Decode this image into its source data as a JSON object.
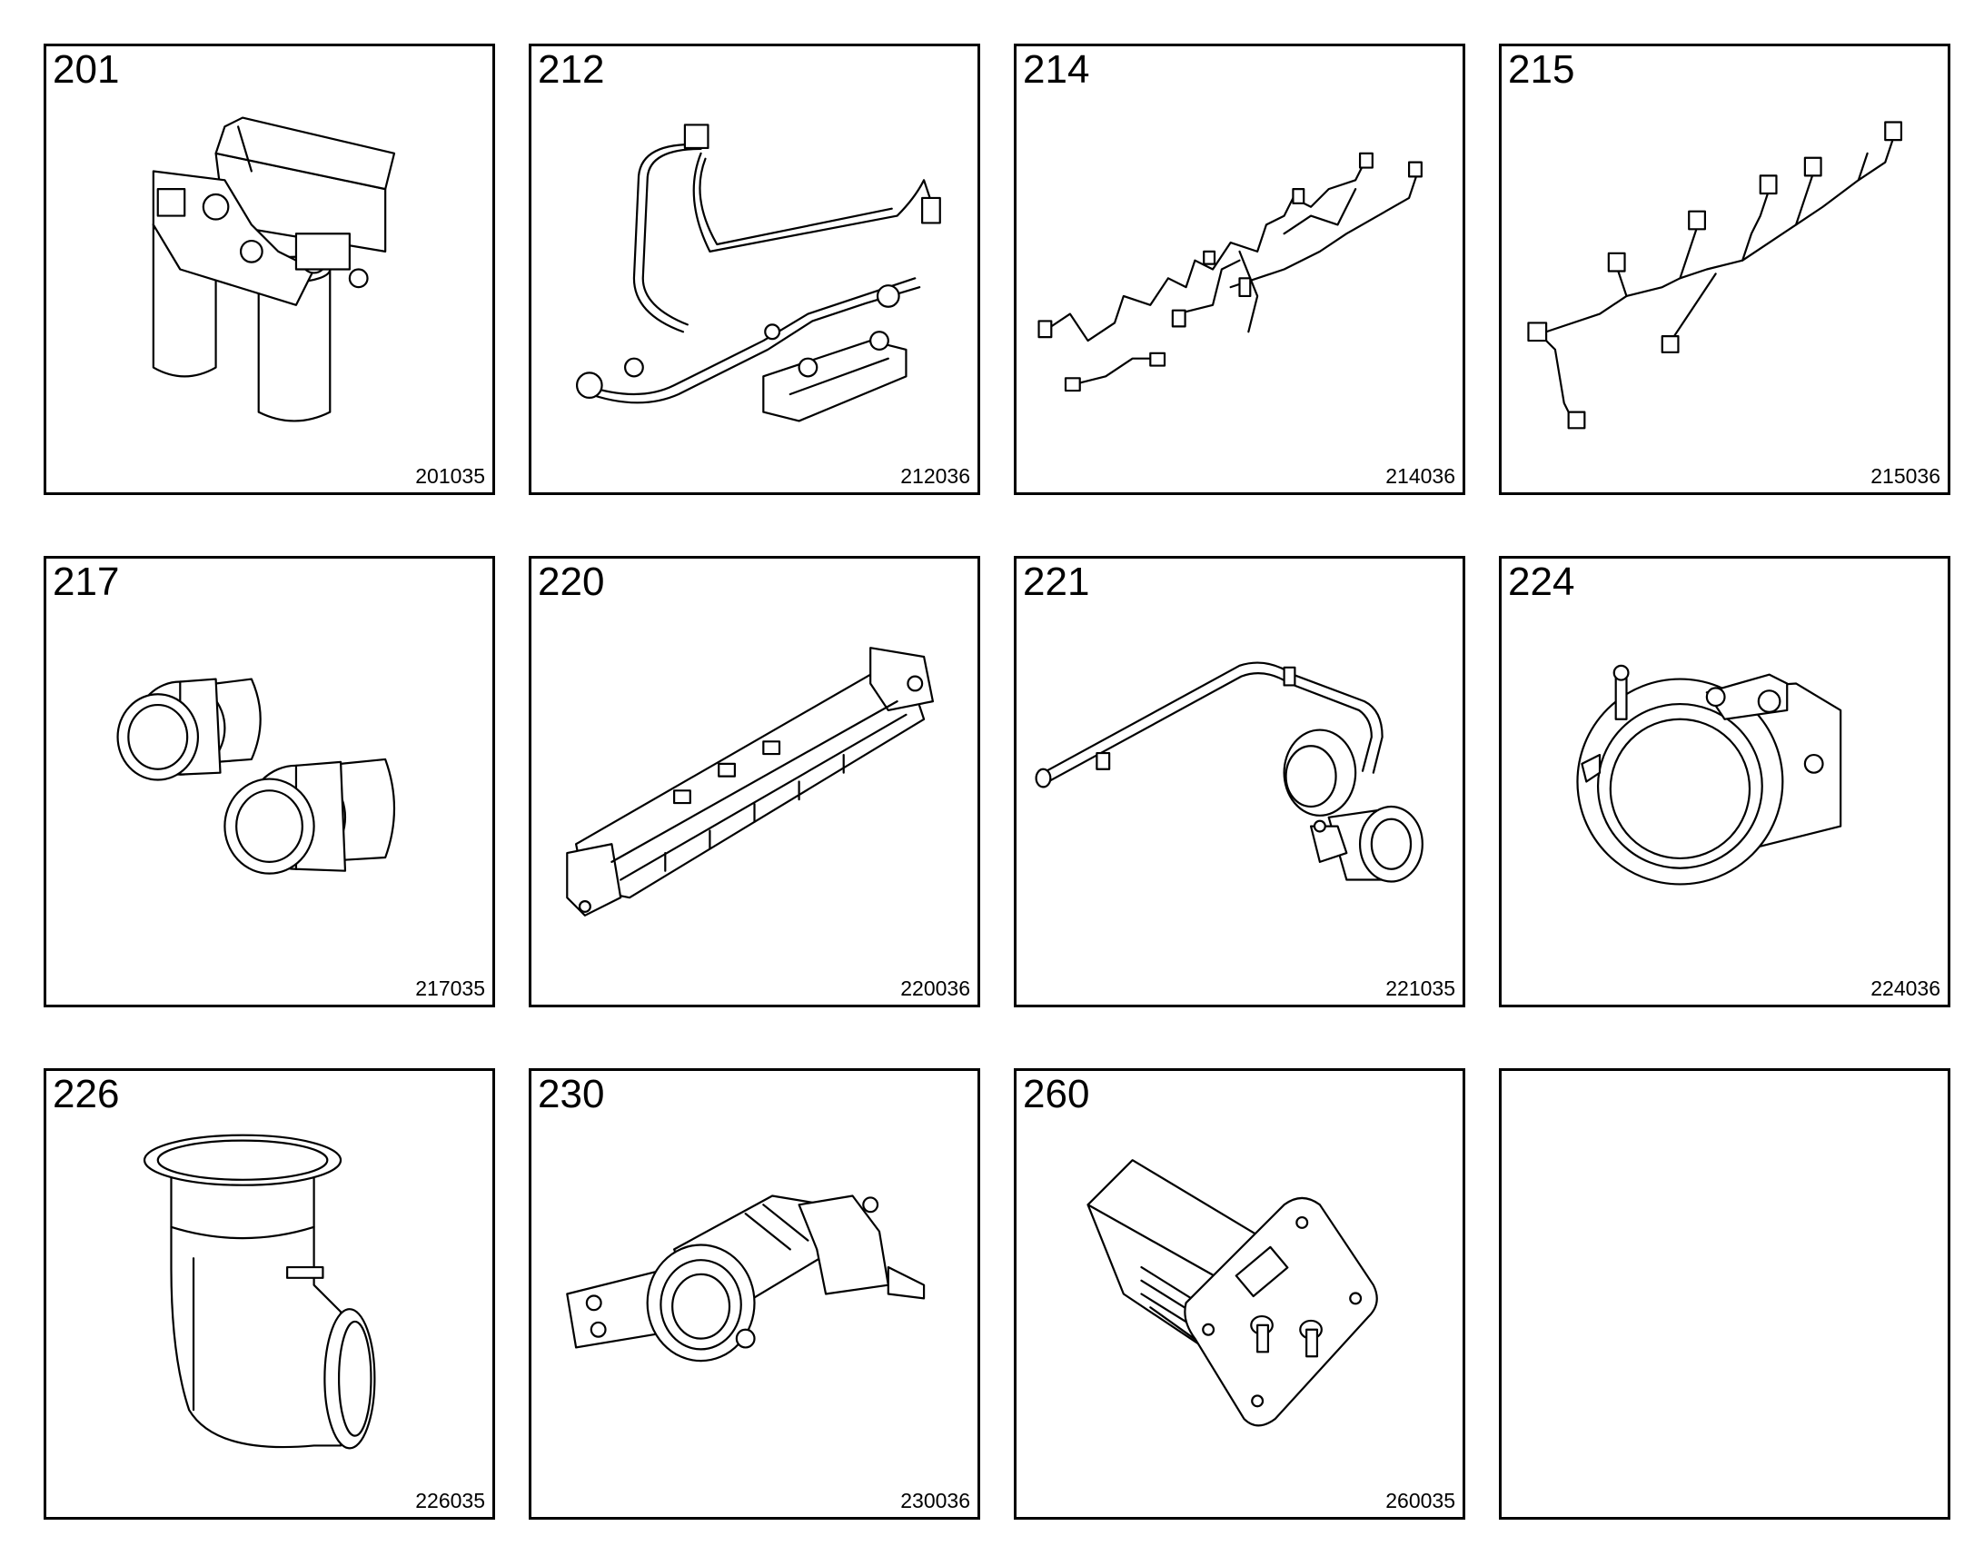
{
  "parts": [
    {
      "number": "201",
      "code": "201035",
      "icon": "fuel-filter-assembly-icon"
    },
    {
      "number": "212",
      "code": "212036",
      "icon": "fuel-line-assembly-icon"
    },
    {
      "number": "214",
      "code": "214036",
      "icon": "wiring-harness-icon"
    },
    {
      "number": "215",
      "code": "215036",
      "icon": "injector-harness-icon"
    },
    {
      "number": "217",
      "code": "217035",
      "icon": "fitting-pair-icon"
    },
    {
      "number": "220",
      "code": "220036",
      "icon": "intake-manifold-icon"
    },
    {
      "number": "221",
      "code": "221035",
      "icon": "coolant-pipe-icon"
    },
    {
      "number": "224",
      "code": "224036",
      "icon": "throttle-housing-icon"
    },
    {
      "number": "226",
      "code": "226035",
      "icon": "elbow-pipe-icon"
    },
    {
      "number": "230",
      "code": "230036",
      "icon": "egr-valve-assembly-icon"
    },
    {
      "number": "260",
      "code": "260035",
      "icon": "heater-plate-icon"
    },
    {
      "number": "",
      "code": "",
      "icon": ""
    }
  ]
}
